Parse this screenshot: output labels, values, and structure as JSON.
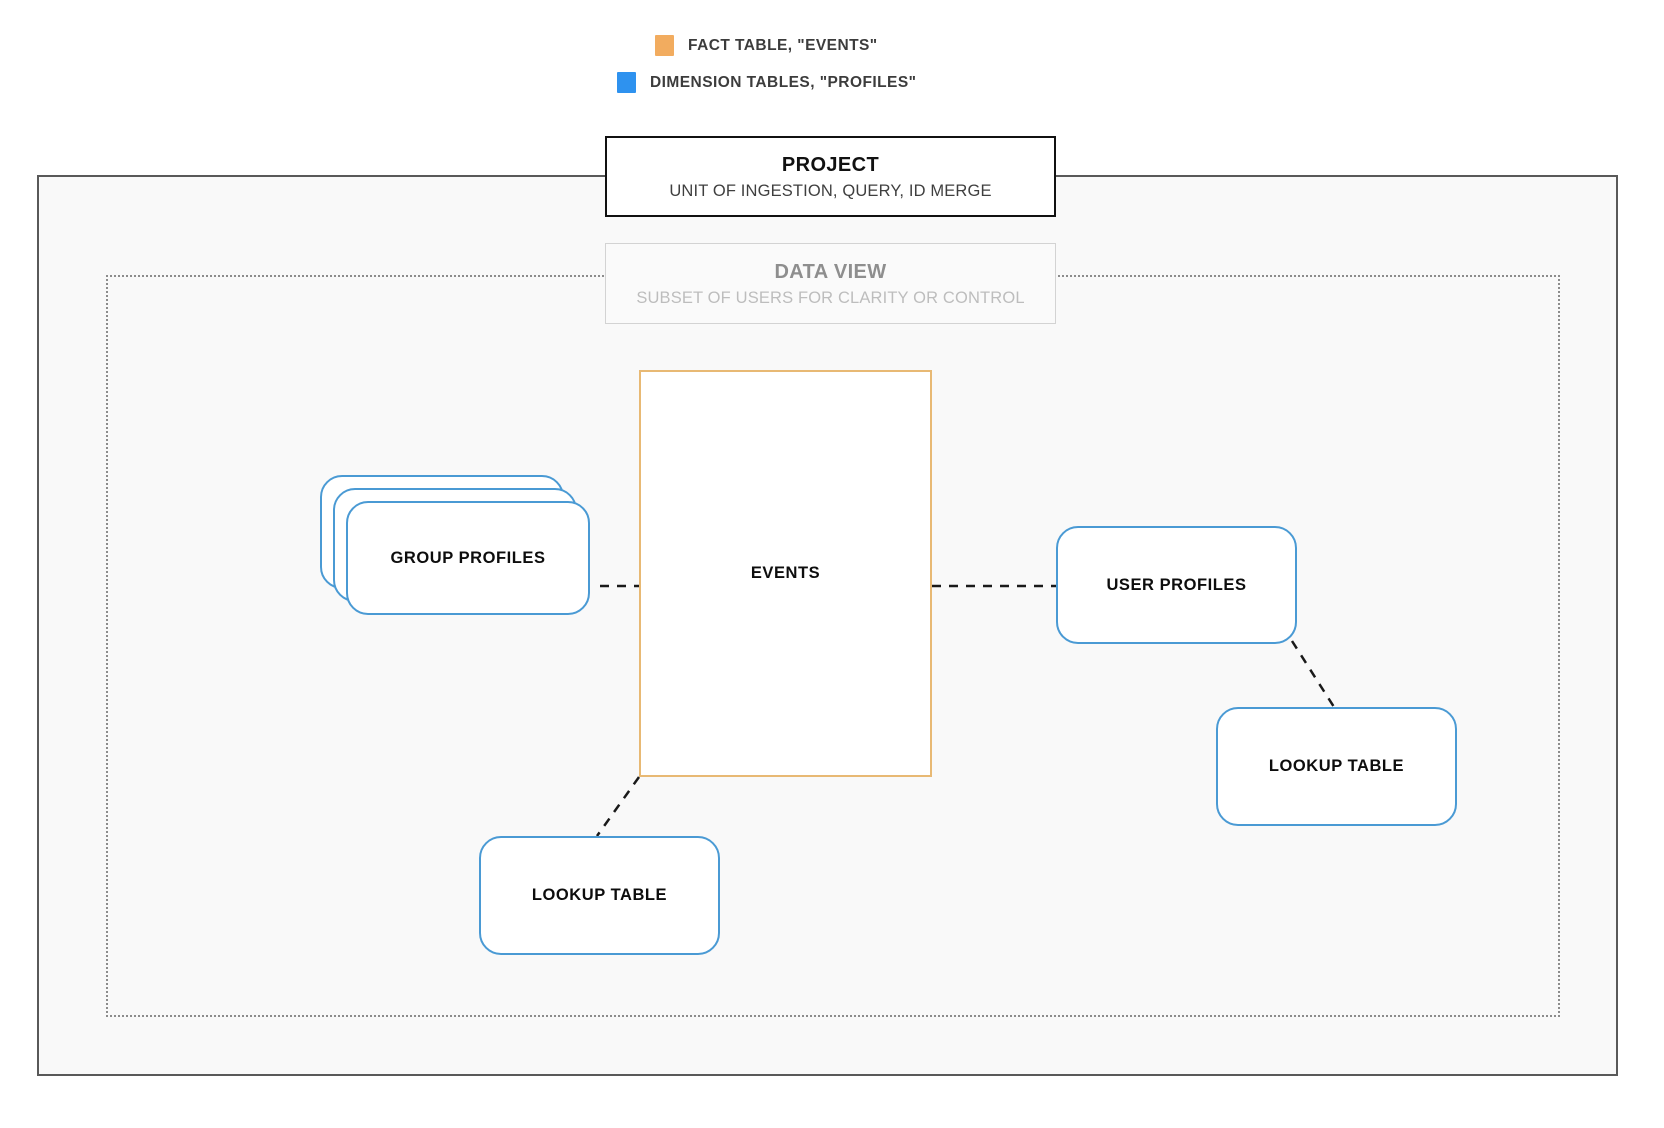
{
  "legend": {
    "items": [
      {
        "key": "fact",
        "label": "FACT TABLE, \"EVENTS\"",
        "color": "#f2ac5f",
        "icon": "orange-square-swatch"
      },
      {
        "key": "dimension",
        "label": "DIMENSION TABLES, \"PROFILES\"",
        "color": "#2e92ef",
        "icon": "blue-square-swatch"
      }
    ]
  },
  "project": {
    "title": "PROJECT",
    "subtitle": "UNIT OF INGESTION, QUERY, ID MERGE",
    "border_color": "#111111",
    "fill_color": "#f9f9f9"
  },
  "data_view": {
    "title": "DATA VIEW",
    "subtitle": "SUBSET OF USERS FOR CLARITY OR CONTROL",
    "border_color": "#d3d3d3",
    "text_color": "#8e8e8e"
  },
  "nodes": {
    "events": {
      "label": "EVENTS",
      "type": "fact",
      "color": "#e8b974"
    },
    "group_profiles": {
      "label": "GROUP PROFILES",
      "type": "dimension",
      "color": "#4a9ad4",
      "stacked": true,
      "stack_count": 3
    },
    "user_profiles": {
      "label": "USER PROFILES",
      "type": "dimension",
      "color": "#4a9ad4"
    },
    "lookup_right": {
      "label": "LOOKUP TABLE",
      "type": "dimension",
      "color": "#4a9ad4"
    },
    "lookup_left": {
      "label": "LOOKUP TABLE",
      "type": "dimension",
      "color": "#4a9ad4"
    }
  },
  "connections": [
    {
      "from": "group_profiles",
      "to": "events",
      "style": "dashed"
    },
    {
      "from": "events",
      "to": "user_profiles",
      "style": "dashed"
    },
    {
      "from": "user_profiles",
      "to": "lookup_right",
      "style": "dashed"
    },
    {
      "from": "events",
      "to": "lookup_left",
      "style": "dashed"
    }
  ]
}
